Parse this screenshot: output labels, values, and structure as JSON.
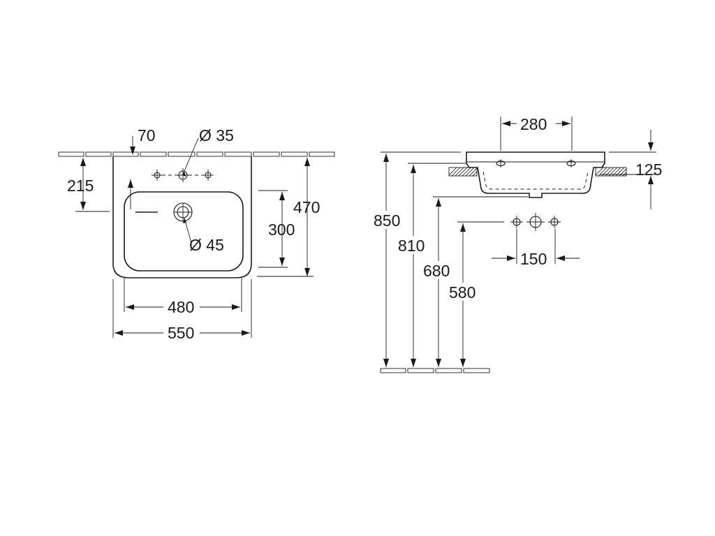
{
  "front_view": {
    "labels": {
      "d70": "70",
      "d35": "Ø 35",
      "d215": "215",
      "d470": "470",
      "d300": "300",
      "d45": "Ø 45",
      "d480": "480",
      "d550": "550"
    }
  },
  "side_view": {
    "labels": {
      "d280": "280",
      "d125": "125",
      "d850": "850",
      "d810": "810",
      "d680": "680",
      "d580": "580",
      "d150": "150"
    }
  }
}
